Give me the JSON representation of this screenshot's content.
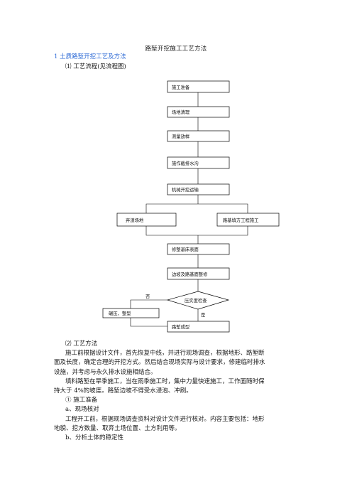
{
  "document": {
    "title": "路堑开挖施工工艺方法",
    "section_heading": "1 土质路堑开挖工艺及方法",
    "subsection_1": "⑴   工艺流程(见流程图)"
  },
  "flowchart": {
    "nodes": [
      {
        "id": "n1",
        "label": "施工准备"
      },
      {
        "id": "n2",
        "label": "场地清理"
      },
      {
        "id": "n3",
        "label": "测量放样"
      },
      {
        "id": "n4",
        "label": "施作截排水沟"
      },
      {
        "id": "n5",
        "label": "机械开挖运输"
      },
      {
        "id": "n6",
        "label": "弃渣场地"
      },
      {
        "id": "n7",
        "label": "路基填方工程施工"
      },
      {
        "id": "n8",
        "label": "修整基床表面"
      },
      {
        "id": "n9",
        "label": "边坡及路基面整修"
      },
      {
        "id": "n10",
        "label": "压实度检查"
      },
      {
        "id": "n11",
        "label": "碾压、整型"
      },
      {
        "id": "n12",
        "label": "路堑成型"
      }
    ],
    "edge_labels": {
      "no": "否",
      "yes": "是"
    }
  },
  "body": {
    "subsection_2": "⑵   工艺方法",
    "para1_line1": "施工前根据设计文件，首先恢复中线，并进行现场调查，根据地形、路堑断",
    "para1_line2": "面及长度，确定合理的开挖方式。然后结合现场实际与设计要求，修建临时排水",
    "para1_line3": "设施，并考虑与永久排水设施相结合。",
    "para2_line1": "填料路堑在旱季施工，当在雨季施工时，集中力量快速施工，工作面随时保",
    "para2_line2": "持大于 4%的坡度。路堑边坡不得受水浸泡、冲刷。",
    "item1": "①   施工准备",
    "item_a": "a、现场核对",
    "para3_line1": "工程开工前，根据现场调查资料对设计文件进行核对。内容主要包括：地形",
    "para3_line2": "地貌、挖方数量、取弃土场位置、土方利用等。",
    "item_b": "b、分析土体的稳定性"
  }
}
